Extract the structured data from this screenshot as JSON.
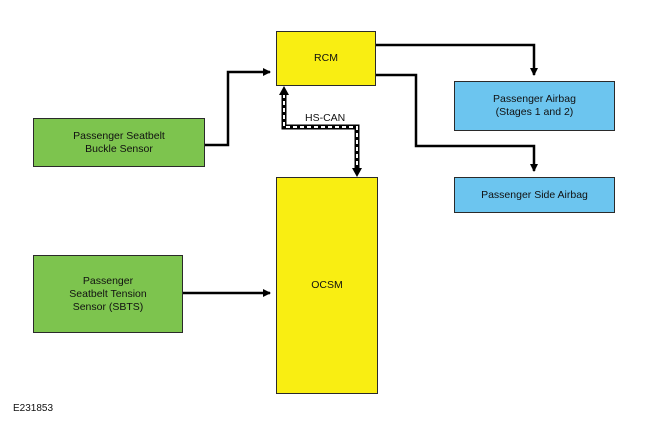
{
  "diagram": {
    "nodes": {
      "rcm": {
        "label": "RCM",
        "color": "#f9ee12"
      },
      "ocsm": {
        "label": "OCSM",
        "color": "#f9ee12"
      },
      "buckle_sensor": {
        "label": "Passenger Seatbelt\nBuckle Sensor",
        "color": "#7dc44e"
      },
      "sbts": {
        "label": "Passenger\nSeatbelt Tension\nSensor (SBTS)",
        "color": "#7dc44e"
      },
      "passenger_airbag": {
        "label": "Passenger Airbag\n(Stages 1 and 2)",
        "color": "#6cc5ef"
      },
      "side_airbag": {
        "label": "Passenger Side Airbag",
        "color": "#6cc5ef"
      }
    },
    "connections": [
      {
        "from": "buckle_sensor",
        "to": "rcm",
        "style": "solid"
      },
      {
        "from": "sbts",
        "to": "ocsm",
        "style": "solid"
      },
      {
        "from": "rcm",
        "to": "passenger_airbag",
        "style": "solid"
      },
      {
        "from": "rcm",
        "to": "side_airbag",
        "style": "solid"
      },
      {
        "from": "rcm",
        "to": "ocsm",
        "style": "network-bus",
        "bidirectional": true,
        "label": "HS-CAN"
      }
    ],
    "figure_id": "E231853"
  }
}
